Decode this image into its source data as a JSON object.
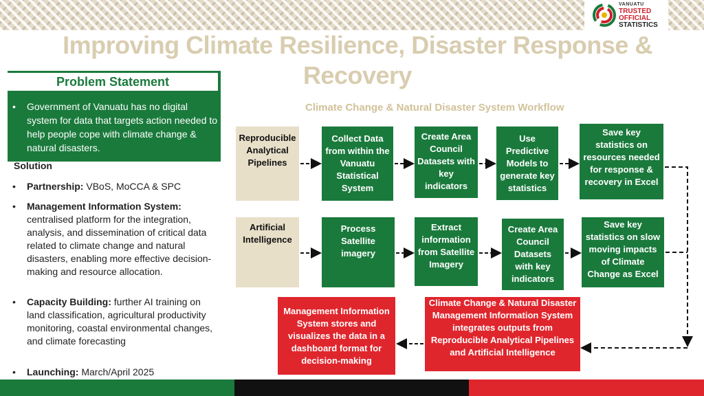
{
  "logo": {
    "small": "VANUATU",
    "line1": "TRUSTED",
    "line2": "OFFICIAL",
    "line3": "STATISTICS"
  },
  "title": {
    "line1": "Improving Climate Resilience, Disaster Response &",
    "line2": "Recovery"
  },
  "problem": {
    "heading": "Problem Statement",
    "text": "Government of Vanuatu has no digital system for data that targets action needed to help people cope with climate change & natural disasters."
  },
  "solution": {
    "heading": "Solution",
    "items": [
      {
        "label": "Partnership:",
        "text": " VBoS, MoCCA & SPC"
      },
      {
        "label": "Management Information System:",
        "text": " centralised platform for the integration, analysis, and dissemination of critical data related to climate change and natural disasters, enabling more effective decision-making and resource allocation."
      },
      {
        "label": "Capacity Building:",
        "text": " further AI training on land classification, agricultural productivity monitoring, coastal environmental changes, and climate forecasting"
      },
      {
        "label": "Launching:",
        "text": " March/April 2025"
      }
    ]
  },
  "workflow": {
    "title": "Climate Change & Natural Disaster System Workflow",
    "row1": {
      "label": "Reproducible Analytical Pipelines",
      "steps": [
        "Collect Data from within the Vanuatu Statistical System",
        "Create Area Council Datasets with key indicators",
        "Use Predictive Models to generate key statistics",
        "Save key statistics on resources needed for response & recovery in Excel"
      ]
    },
    "row2": {
      "label": "Artificial Intelligence",
      "steps": [
        "Process Satellite imagery",
        "Extract information from Satellite Imagery",
        "Create Area Council Datasets with key indicators",
        "Save key statistics on slow moving impacts of Climate Change as Excel"
      ]
    },
    "row3": {
      "integrate": "Climate Change & Natural Disaster Management Information System integrates outputs from Reproducible Analytical Pipelines and Artificial Intelligence",
      "mis": "Management Information System stores and visualizes the data in a dashboard format for decision-making"
    }
  },
  "colors": {
    "green": "#1a7a3c",
    "red": "#e0262d",
    "tan": "#e8dfc9",
    "title": "#d9cdb0"
  }
}
